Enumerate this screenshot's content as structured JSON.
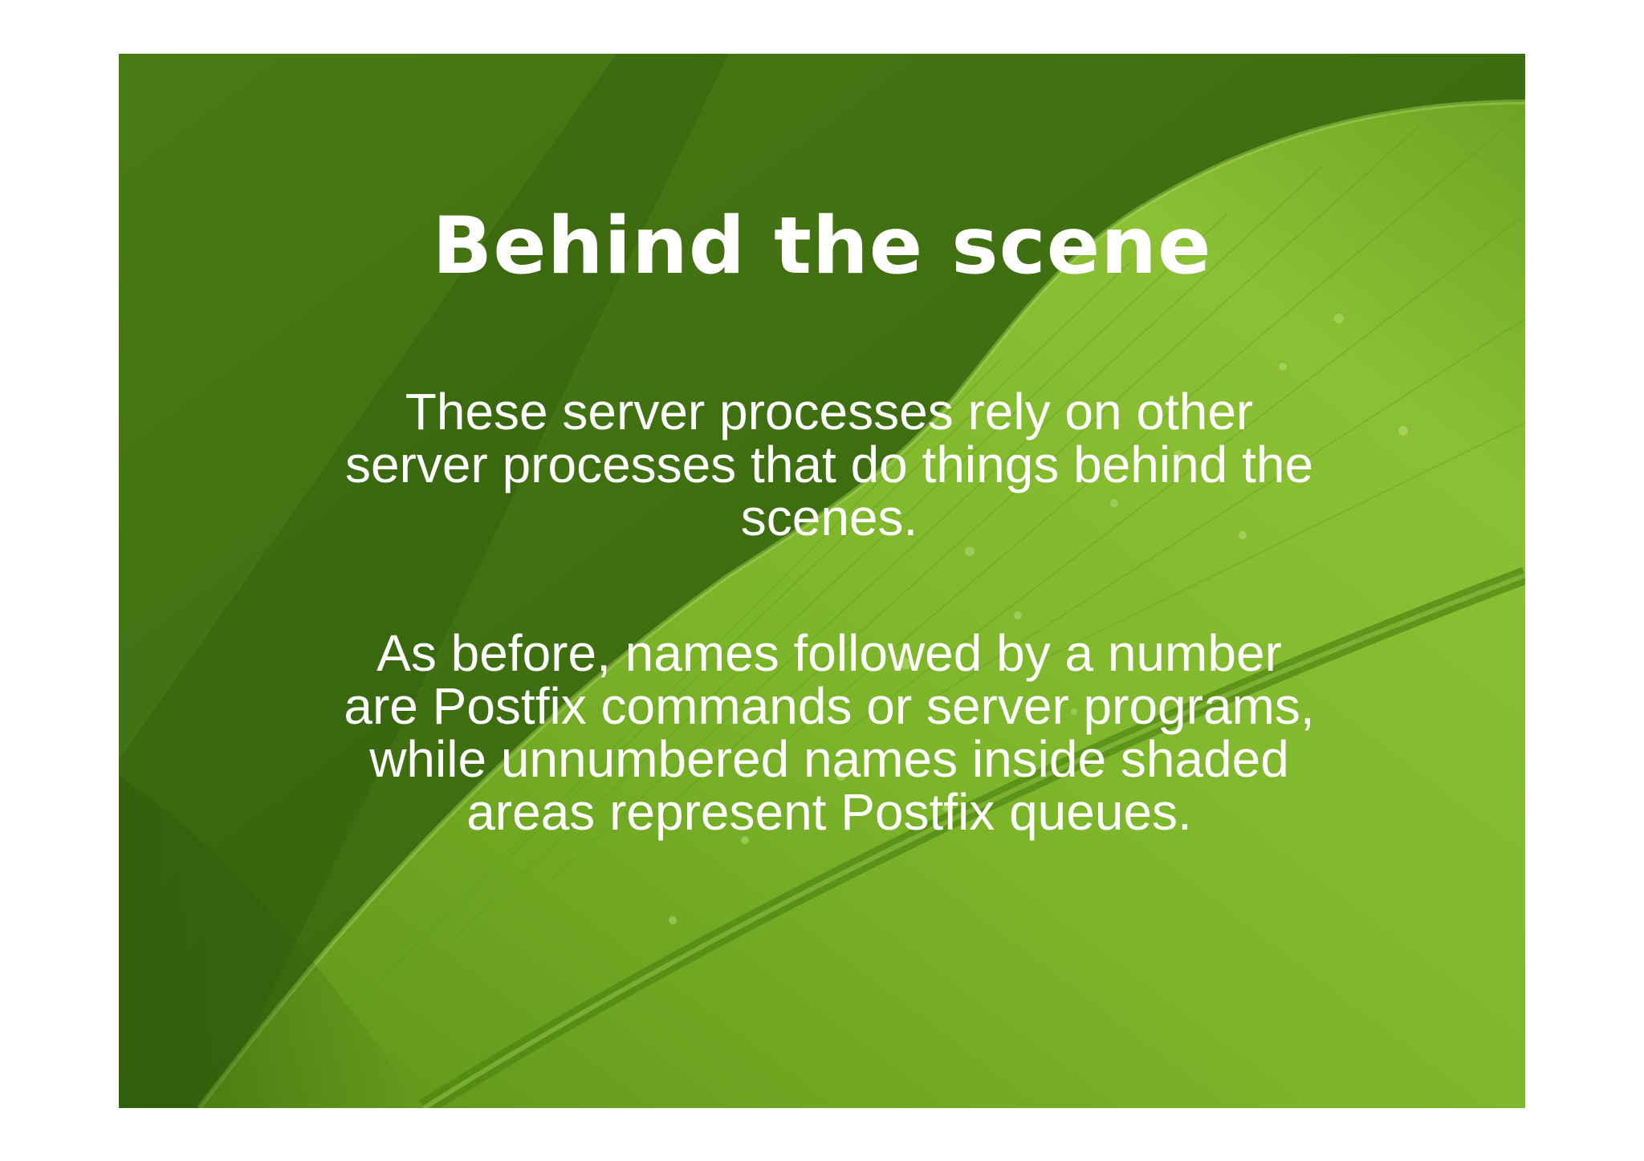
{
  "slide": {
    "title": "Behind the scene",
    "paragraphs": [
      "These server processes rely on other server processes that do things behind the scenes.",
      "As before, names followed by a number are Postfix commands or server programs, while unnumbered names inside shaded areas represent Postfix queues."
    ]
  },
  "colors": {
    "background_dark": "#3f6f12",
    "leaf_light": "#7fb52a",
    "text": "#ffffff"
  }
}
